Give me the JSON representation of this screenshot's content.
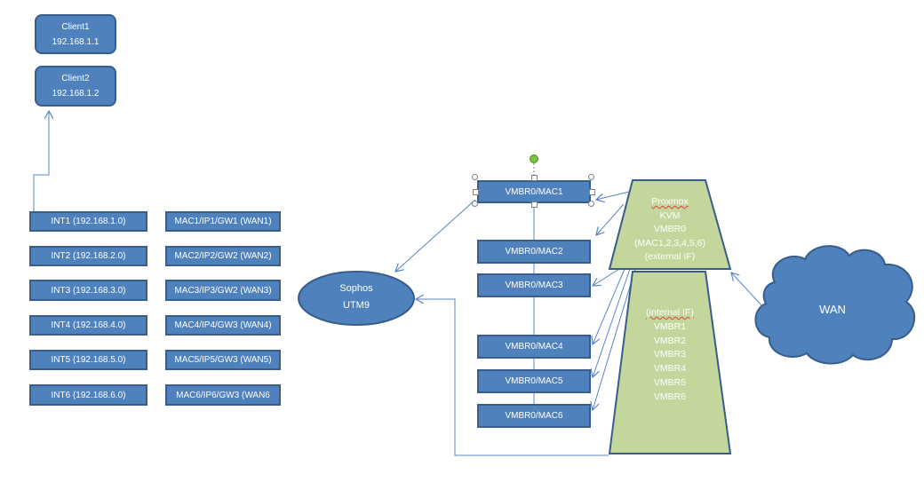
{
  "clients": [
    {
      "name": "Client1",
      "ip": "192.168.1.1"
    },
    {
      "name": "Client2",
      "ip": "192.168.1.2"
    }
  ],
  "interfaces": [
    "INT1 (192.168.1.0)",
    "INT2 (192.168.2.0)",
    "INT3 (192.168.3.0)",
    "INT4 (192.168.4.0)",
    "INT5 (192.168.5.0)",
    "INT6 (192.168.6.0)"
  ],
  "wans": [
    "MAC1/IP1/GW1 (WAN1)",
    "MAC2/IP2/GW2 (WAN2)",
    "MAC3/IP3/GW2 (WAN3)",
    "MAC4/IP4/GW3 (WAN4)",
    "MAC5/IP5/GW3 (WAN5)",
    "MAC6/IP6/GW3 (WAN6"
  ],
  "vmbr": [
    "VMBR0/MAC1",
    "VMBR0/MAC2",
    "VMBR0/MAC3",
    "VMBR0/MAC4",
    "VMBR0/MAC5",
    "VMBR0/MAC6"
  ],
  "sophos": {
    "line1": "Sophos",
    "line2": "UTM9"
  },
  "proxmox": {
    "title": "Proxmox",
    "lines": [
      "KVM",
      "VMBR0",
      "(MAC1,2,3,4,5,6)",
      "(external IF)"
    ]
  },
  "internal": {
    "title": "(internal IF)",
    "lines": [
      "VMBR1",
      "VMBR2",
      "VMBR3",
      "VMBR4",
      "VMBR5",
      "VMBR6"
    ]
  },
  "wan_cloud": {
    "label": "WAN"
  },
  "colors": {
    "box_fill": "#4f81bd",
    "box_border": "#385d8a",
    "green_fill": "#c3d69b",
    "green_border": "#385d8a",
    "connector": "#5b84c4",
    "handle_green": "#7dc242"
  }
}
